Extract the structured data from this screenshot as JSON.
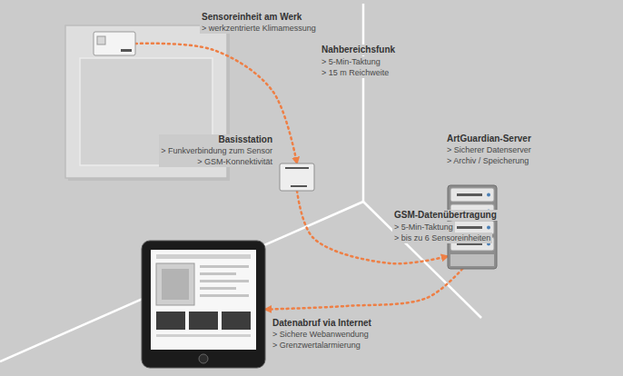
{
  "diagram": {
    "nodes": [
      {
        "text": [
          "Sensoreinheit am Werk",
          "> werkzentrierte Klimamessung"
        ]
      },
      {
        "text": [
          "Basisstation",
          "> Funkverbindung zum Sensor",
          "> GSM-Konnektivität"
        ]
      },
      {
        "text": [
          "ArtGuardian-Server",
          "> Sicherer Datenserver",
          "> Archiv / Speicherung"
        ]
      },
      {
        "text": [
          "Datenabruf via Internet",
          "> Sichere Webanwendung",
          "> Grenzwertalarmierung"
        ]
      }
    ],
    "edges": [
      {
        "from": 0,
        "to": 1,
        "arrow": "to",
        "label": "Nahbereichsfunk"
      },
      {
        "from": 1,
        "to": 2,
        "arrow": "to",
        "label": "GSM-Datenübertragung"
      },
      {
        "from": 2,
        "to": 3,
        "arrow": "to",
        "label": "Datenabruf"
      }
    ],
    "labels": [
      "> 5-Min-Taktung",
      "> 15 m Reichweite",
      "> 5-Min-Taktung",
      "> bis zu 6 Sensoreinheiten"
    ]
  }
}
